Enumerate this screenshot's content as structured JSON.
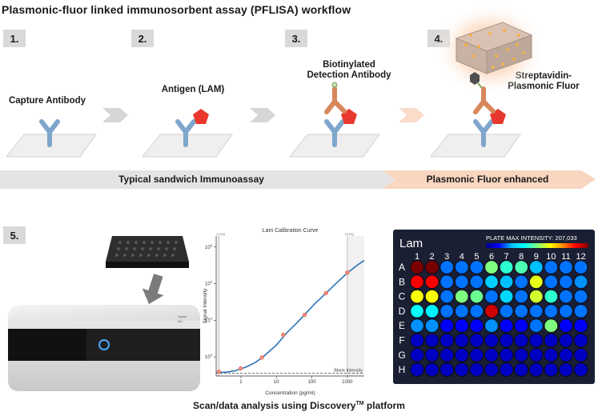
{
  "title": "Plasmonic-fluor linked immunosorbent assay (PFLISA) workflow",
  "steps": [
    {
      "num": "1.",
      "label": "Capture Antibody"
    },
    {
      "num": "2.",
      "label": "Antigen (LAM)"
    },
    {
      "num": "3.",
      "label_line1": "Biotinylated",
      "label_line2": "Detection Antibody"
    },
    {
      "num": "4.",
      "label_line1": "Streptavidin-",
      "label_line2": "Plasmonic Fluor"
    },
    {
      "num": "5."
    }
  ],
  "bands": {
    "typical": "Typical sandwich Immunoassay",
    "enhanced": "Plasmonic Fluor enhanced"
  },
  "footer": {
    "prefix": "Scan/data analysis using Discovery",
    "sup": "TM",
    "suffix": " platform"
  },
  "colors": {
    "antibody_blue": "#7fa6cc",
    "antigen_red": "#e8382e",
    "detection_orange": "#d7875a",
    "band_gray": "#e4e4e4",
    "band_peach": "#f9d6c0",
    "curve_blue": "#2f74b5",
    "point_red": "#f08a7a"
  },
  "device": {
    "brand_line1": "Signal",
    "brand_line2": "Bio"
  },
  "chart_data": {
    "type": "line",
    "title": "Lam Calibration Curve",
    "xlabel": "Concentration (pg/ml)",
    "ylabel": "Signal Intensity",
    "x_scale": "log",
    "y_scale": "log",
    "xlim": [
      0.2,
      3000
    ],
    "ylim": [
      300,
      2000000
    ],
    "x_ticks": [
      {
        "v": 1,
        "label": "1"
      },
      {
        "v": 10,
        "label": "10"
      },
      {
        "v": 100,
        "label": "100"
      },
      {
        "v": 1000,
        "label": "1000"
      }
    ],
    "y_ticks": [
      {
        "v": 1000,
        "base": "10",
        "exp": "3"
      },
      {
        "v": 10000,
        "base": "10",
        "exp": "4"
      },
      {
        "v": 100000,
        "base": "10",
        "exp": "5"
      },
      {
        "v": 1000000,
        "base": "10",
        "exp": "6"
      }
    ],
    "points": [
      {
        "x": 0.24,
        "y": 390
      },
      {
        "x": 0.98,
        "y": 480
      },
      {
        "x": 3.9,
        "y": 960
      },
      {
        "x": 15.6,
        "y": 4000
      },
      {
        "x": 62.5,
        "y": 14000
      },
      {
        "x": 250,
        "y": 55000
      },
      {
        "x": 1000,
        "y": 200000
      }
    ],
    "fit_curve": [
      {
        "x": 0.2,
        "y": 368
      },
      {
        "x": 0.4,
        "y": 385
      },
      {
        "x": 0.7,
        "y": 420
      },
      {
        "x": 1,
        "y": 470
      },
      {
        "x": 1.5,
        "y": 545
      },
      {
        "x": 2.5,
        "y": 700
      },
      {
        "x": 4,
        "y": 950
      },
      {
        "x": 7,
        "y": 1550
      },
      {
        "x": 10,
        "y": 2100
      },
      {
        "x": 20,
        "y": 4600
      },
      {
        "x": 40,
        "y": 9000
      },
      {
        "x": 70,
        "y": 16000
      },
      {
        "x": 120,
        "y": 28000
      },
      {
        "x": 250,
        "y": 55000
      },
      {
        "x": 500,
        "y": 105000
      },
      {
        "x": 1000,
        "y": 195000
      },
      {
        "x": 2000,
        "y": 330000
      },
      {
        "x": 3000,
        "y": 430000
      }
    ],
    "blank_intensity": 355,
    "blank_label": "Blank Intensity",
    "lloq_x": 0.24,
    "uloq_x": 1000,
    "lloq_label": "LLOQ",
    "uloq_label": "ULOQ",
    "grid": false
  },
  "plate": {
    "title": "Lam",
    "max_label": "PLATE MAX INTENSITY: 207,033",
    "col_labels": [
      "1",
      "2",
      "3",
      "4",
      "5",
      "6",
      "7",
      "8",
      "9",
      "10",
      "11",
      "12"
    ],
    "row_labels": [
      "A",
      "B",
      "C",
      "D",
      "E",
      "F",
      "G",
      "H"
    ],
    "colormap_stops": [
      "#00008b",
      "#0000ff",
      "#00bfff",
      "#00ffff",
      "#7fff7f",
      "#ffff00",
      "#ff8c00",
      "#ff0000",
      "#7a0000"
    ],
    "wells": [
      [
        1.0,
        1.0,
        0.2,
        0.2,
        0.2,
        0.5,
        0.42,
        0.45,
        0.25,
        0.2,
        0.2,
        0.2
      ],
      [
        0.88,
        0.88,
        0.2,
        0.2,
        0.2,
        0.28,
        0.25,
        0.2,
        0.6,
        0.2,
        0.2,
        0.22
      ],
      [
        0.62,
        0.62,
        0.2,
        0.5,
        0.48,
        0.2,
        0.3,
        0.2,
        0.58,
        0.42,
        0.2,
        0.2
      ],
      [
        0.38,
        0.35,
        0.2,
        0.2,
        0.2,
        0.92,
        0.2,
        0.2,
        0.2,
        0.2,
        0.2,
        0.2
      ],
      [
        0.22,
        0.22,
        0.12,
        0.12,
        0.12,
        0.22,
        0.12,
        0.12,
        0.2,
        0.5,
        0.12,
        0.12
      ],
      [
        0.06,
        0.06,
        0.06,
        0.06,
        0.06,
        0.06,
        0.06,
        0.06,
        0.06,
        0.06,
        0.06,
        0.06
      ],
      [
        0.06,
        0.06,
        0.06,
        0.06,
        0.06,
        0.06,
        0.06,
        0.06,
        0.06,
        0.06,
        0.06,
        0.06
      ],
      [
        0.06,
        0.06,
        0.06,
        0.06,
        0.06,
        0.06,
        0.06,
        0.06,
        0.06,
        0.06,
        0.06,
        0.06
      ]
    ]
  }
}
